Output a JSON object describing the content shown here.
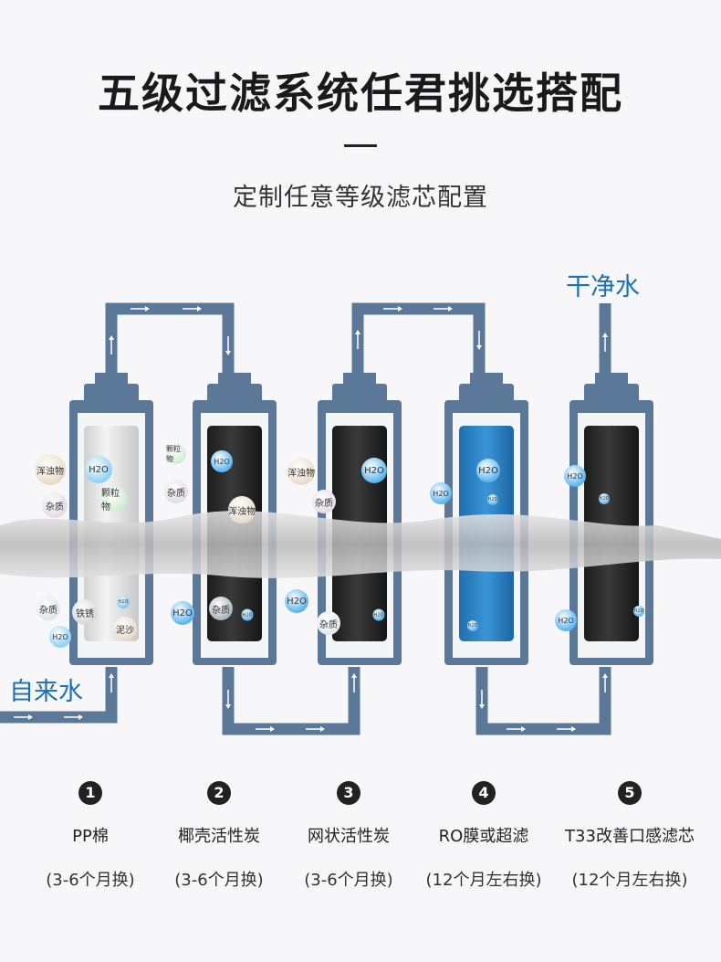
{
  "header": {
    "title": "五级过滤系统任君挑选搭配",
    "subtitle": "定制任意等级滤芯配置"
  },
  "diagram": {
    "outlet_label": "干净水",
    "inlet_label": "自来水",
    "colors": {
      "pipe": "#5b7899",
      "accent": "#1a6fb5",
      "cartridge_white": "#e6e6e6",
      "cartridge_carbon": "#2a2a2a",
      "cartridge_ro": "#2f86c8"
    },
    "bubbles": [
      "浑浊物",
      "杂质",
      "H2O",
      "颗粒物",
      "杂质",
      "铁锈",
      "H2O",
      "泥沙",
      "H2O",
      "颗粒物",
      "杂质",
      "H2O",
      "浑浊物",
      "H2O",
      "杂质",
      "H2O",
      "浑浊物",
      "杂质",
      "H2O",
      "H2O",
      "杂质",
      "H2O",
      "H2O",
      "H2O",
      "H2O",
      "H2O",
      "H2O",
      "H2O",
      "H2O",
      "H2O"
    ]
  },
  "stages": [
    {
      "number": "1",
      "name": "PP棉",
      "period": "(3-6个月换)"
    },
    {
      "number": "2",
      "name": "椰壳活性炭",
      "period": "(3-6个月换)"
    },
    {
      "number": "3",
      "name": "网状活性炭",
      "period": "(3-6个月换)"
    },
    {
      "number": "4",
      "name": "RO膜或超滤",
      "period": "(12个月左右换)"
    },
    {
      "number": "5",
      "name": "T33改善口感滤芯",
      "period": "(12个月左右换)"
    }
  ]
}
